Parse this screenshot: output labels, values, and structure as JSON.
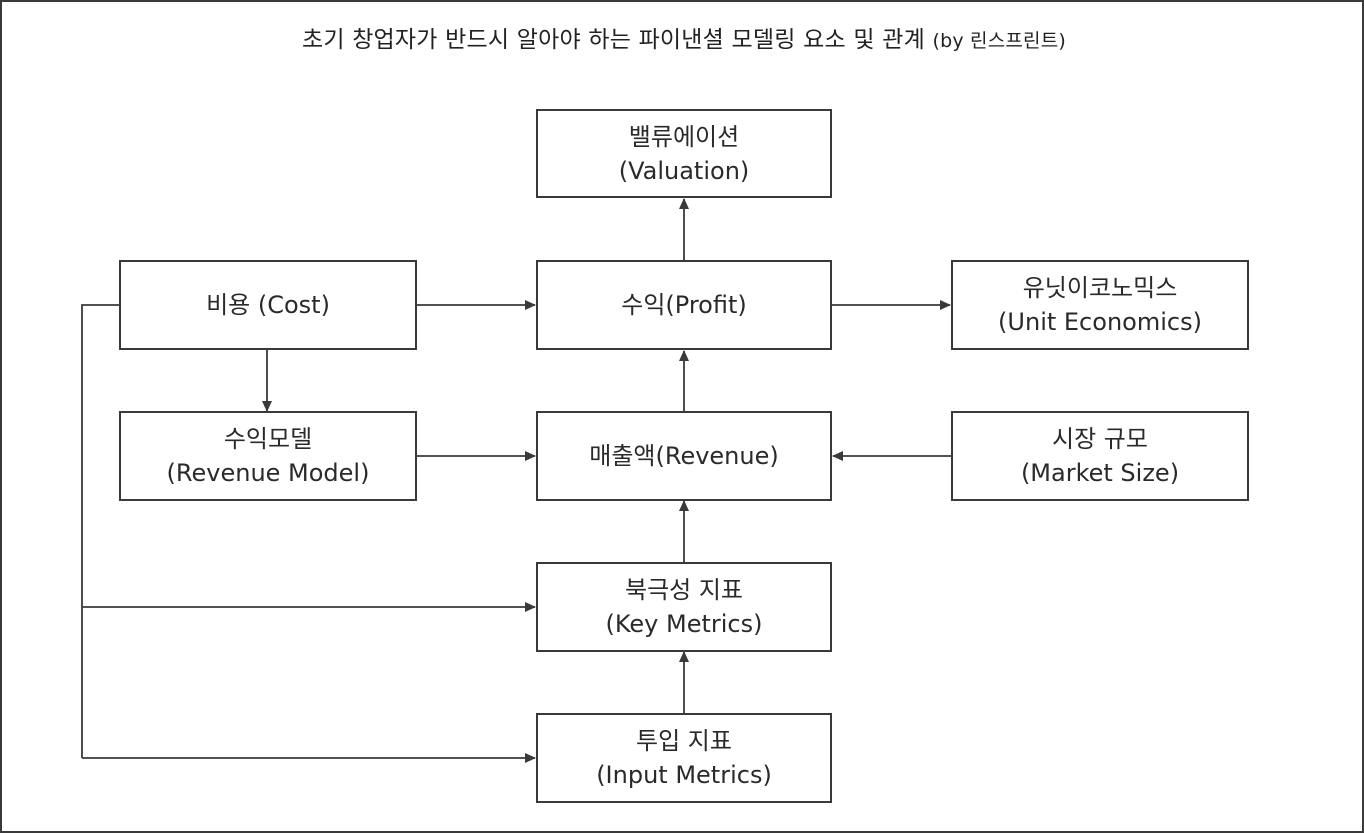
{
  "title": {
    "main": "초기 창업자가 반드시 알아야 하는 파이낸셜 모델링 요소 및 관계",
    "byline": "(by 린스프린트)"
  },
  "nodes": {
    "valuation": {
      "line1": "밸류에이션",
      "line2": "(Valuation)"
    },
    "cost": {
      "line1": "비용 (Cost)"
    },
    "profit": {
      "line1": "수익(Profit)"
    },
    "unit_economics": {
      "line1": "유닛이코노믹스",
      "line2": "(Unit Economics)"
    },
    "revenue_model": {
      "line1": "수익모델",
      "line2": "(Revenue Model)"
    },
    "revenue": {
      "line1": "매출액(Revenue)"
    },
    "market_size": {
      "line1": "시장 규모",
      "line2": "(Market Size)"
    },
    "key_metrics": {
      "line1": "북극성 지표",
      "line2": "(Key Metrics)"
    },
    "input_metrics": {
      "line1": "투입 지표",
      "line2": "(Input Metrics)"
    }
  },
  "colors": {
    "line": "#3a3a3a",
    "text": "#2a2a2a",
    "background": "#ffffff"
  }
}
